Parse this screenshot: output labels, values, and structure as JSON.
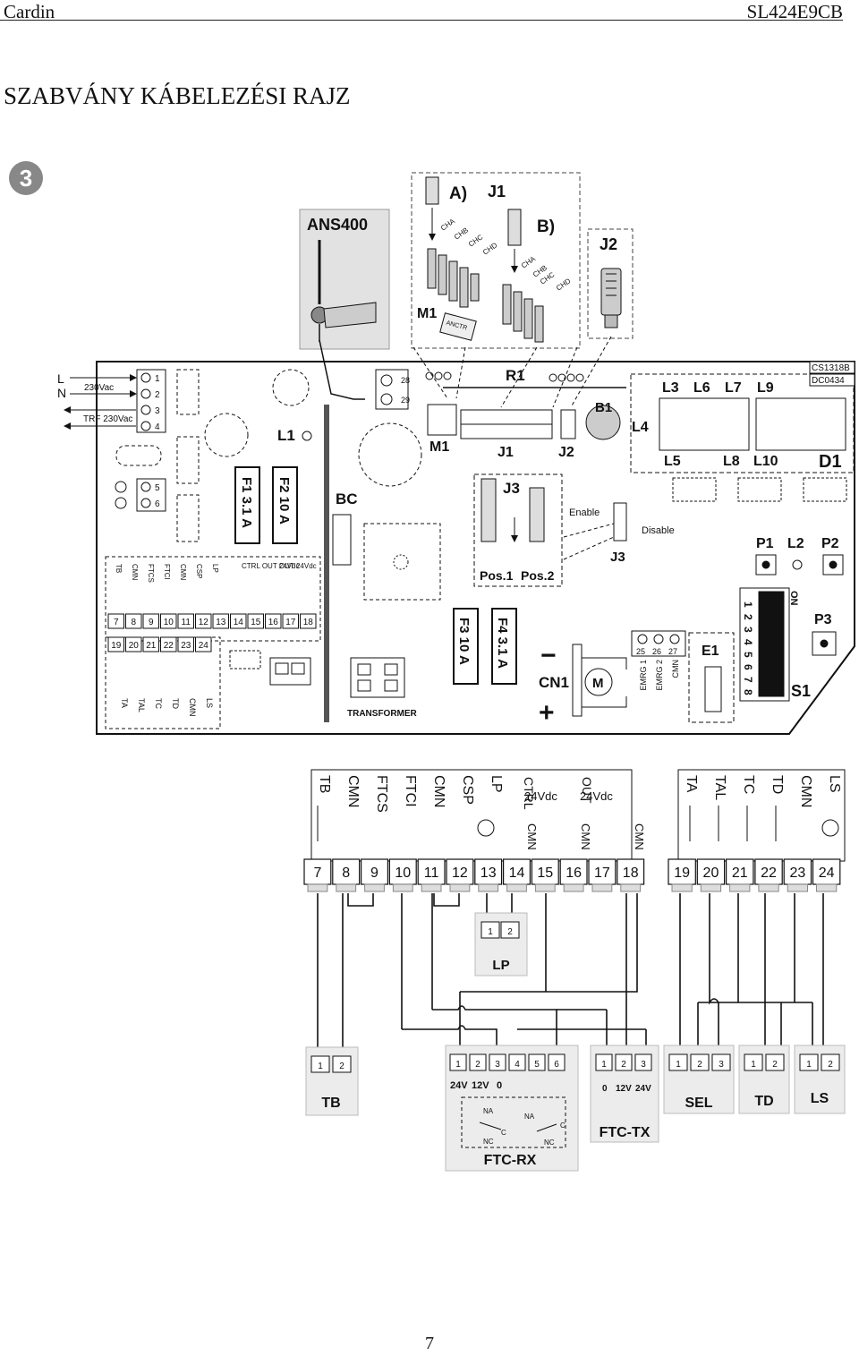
{
  "header": {
    "brand": "Cardin",
    "model": "SL424E9CB"
  },
  "title": "SZABVÁNY KÁBELEZÉSI RAJZ",
  "figure_number": "3",
  "page_number": "7",
  "board": {
    "antenna": "ANS400",
    "jumper_a": "A)",
    "jumper_b": "B)",
    "j1": "J1",
    "j2": "J2",
    "m1": "M1",
    "cha": "CHA",
    "chb": "CHB",
    "chc": "CHC",
    "chd": "CHD",
    "mod_chip": "ANCTR",
    "input_l": "L",
    "input_n": "N",
    "v230": "230Vac",
    "trf": "TRF 230Vac",
    "t1": "1",
    "t2": "2",
    "t3": "3",
    "t4": "4",
    "t5": "5",
    "t6": "6",
    "t28": "28",
    "t29": "29",
    "r1": "R1",
    "b1": "B1",
    "l1": "L1",
    "f1": "F1 3.1 A",
    "f2": "F2 10 A",
    "f3": "F3 10 A",
    "f4": "F4 3.1 A",
    "bc": "BC",
    "j3": "J3",
    "pos1": "Pos.1",
    "pos2": "Pos.2",
    "enable": "Enable",
    "disable": "Disable",
    "l3": "L3",
    "l6": "L6",
    "l7": "L7",
    "l9": "L9",
    "l4": "L4",
    "l5": "L5",
    "l8": "L8",
    "l10": "L10",
    "d1": "D1",
    "code1": "CS1318B",
    "code2": "DC0434",
    "p1": "P1",
    "l2": "L2",
    "p2": "P2",
    "p3": "P3",
    "s1": "S1",
    "on": "ON",
    "e1": "E1",
    "cn1": "CN1",
    "motor": "M",
    "minus": "−",
    "plus": "+",
    "transformer": "TRANSFORMER",
    "t25": "25",
    "t26": "26",
    "t27": "27",
    "emrg1": "EMRG 1",
    "emrg2": "EMRG 2",
    "cmn": "CMN",
    "dip": [
      "1",
      "2",
      "3",
      "4",
      "5",
      "6",
      "7",
      "8"
    ],
    "top_labels": [
      "TB",
      "CMN",
      "FTCS",
      "FTCI",
      "CMN",
      "CSP",
      "LP"
    ],
    "ctrl_out": "CTRL OUT 24Vdc",
    "out": "OUT 24Vdc",
    "bot_labels": [
      "TA",
      "TAL",
      "TC",
      "TD",
      "CMN",
      "LS"
    ]
  },
  "terminals": {
    "upper": [
      "7",
      "8",
      "9",
      "10",
      "11",
      "12",
      "13",
      "14",
      "15",
      "16",
      "17",
      "18"
    ],
    "lower": [
      "19",
      "20",
      "21",
      "22",
      "23",
      "24"
    ],
    "upper_labels": [
      "TB",
      "CMN",
      "FTCS",
      "FTCI",
      "CMN",
      "CSP",
      "LP"
    ],
    "ctrl": "CTRL",
    "out": "OUT",
    "v24": "24Vdc",
    "cmn": "CMN",
    "lower_labels": [
      "TA",
      "TAL",
      "TC",
      "TD",
      "CMN",
      "LS"
    ]
  },
  "devices": {
    "lp": {
      "name": "LP",
      "pins": [
        "1",
        "2"
      ]
    },
    "tb": {
      "name": "TB",
      "pins": [
        "1",
        "2"
      ]
    },
    "ftc_rx": {
      "name": "FTC-RX",
      "pins": [
        "1",
        "2",
        "3",
        "4",
        "5",
        "6"
      ],
      "v24": "24V",
      "v12": "12V",
      "v0": "0",
      "na": "NA",
      "c": "C",
      "nc": "NC"
    },
    "ftc_tx": {
      "name": "FTC-TX",
      "pins": [
        "1",
        "2",
        "3"
      ],
      "v0": "0",
      "v12": "12V",
      "v24": "24V"
    },
    "sel": {
      "name": "SEL",
      "pins": [
        "1",
        "2",
        "3"
      ]
    },
    "td": {
      "name": "TD",
      "pins": [
        "1",
        "2"
      ]
    },
    "ls": {
      "name": "LS",
      "pins": [
        "1",
        "2"
      ]
    }
  }
}
